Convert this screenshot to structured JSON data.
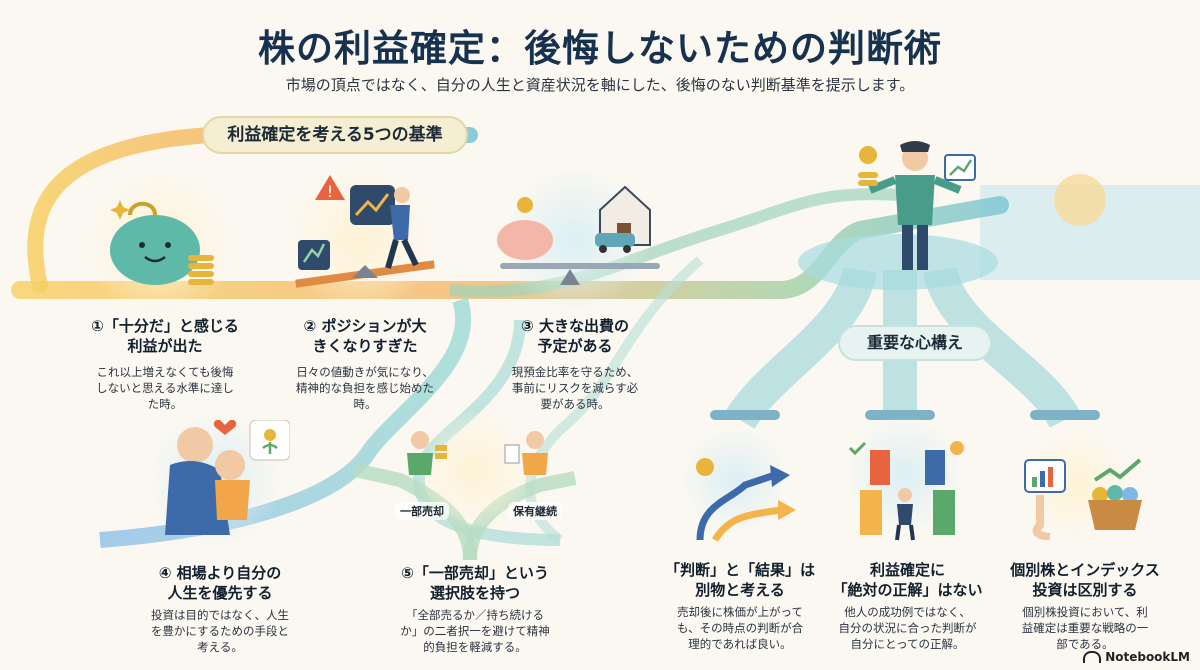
{
  "header": {
    "title": "株の利益確定：後悔しないための判断術",
    "subtitle": "市場の頂点ではなく、自分の人生と資産状況を軸にした、後悔のない判断基準を提示します。"
  },
  "criteria": {
    "heading": "利益確定を考える5つの基準",
    "items": [
      {
        "title_1": "①「十分だ」と感じる",
        "title_2": "利益が出た",
        "desc_1": "これ以上増えなくても後悔",
        "desc_2": "しないと思える水準に達し",
        "desc_3": "た時。",
        "icon": "coin-purse-icon"
      },
      {
        "title_1": "② ポジションが大",
        "title_2": "きくなりすぎた",
        "desc_1": "日々の値動きが気になり、",
        "desc_2": "精神的な負担を感じ始めた",
        "desc_3": "時。",
        "icon": "seesaw-weight-icon"
      },
      {
        "title_1": "③ 大きな出費の",
        "title_2": "予定がある",
        "desc_1": "現預金比率を守るため、",
        "desc_2": "事前にリスクを減らす必",
        "desc_3": "要がある時。",
        "icon": "house-savings-icon"
      },
      {
        "title_1": "④ 相場より自分の",
        "title_2": "人生を優先する",
        "desc_1": "投資は目的ではなく、人生",
        "desc_2": "を豊かにするための手段と",
        "desc_3": "考える。",
        "icon": "family-icon"
      },
      {
        "title_1": "⑤「一部売却」という",
        "title_2": "選択肢を持つ",
        "desc_1": "「全部売るか／持ち続ける",
        "desc_2": "か」の二者択一を避けて精神",
        "desc_3": "的負担を軽減する。",
        "icon": "fork-icon"
      }
    ],
    "fork_left": "一部売却",
    "fork_right": "保有継続"
  },
  "mindset": {
    "heading": "重要な心構え",
    "items": [
      {
        "title_1": "「判断」と「結果」は",
        "title_2": "別物と考える",
        "desc_1": "売却後に株価が上がって",
        "desc_2": "も、その時点の判断が合",
        "desc_3": "理的であれば良い。",
        "icon": "arrows-icon"
      },
      {
        "title_1": "利益確定に",
        "title_2": "「絶対の正解」はない",
        "desc_1": "他人の成功例ではなく、",
        "desc_2": "自分の状況に合った判断が",
        "desc_3": "自分にとっての正解。",
        "icon": "doors-icon"
      },
      {
        "title_1": "個別株とインデックス",
        "title_2": "投資は区別する",
        "desc_1": "個別株投資において、利",
        "desc_2": "益確定は重要な戦略の一",
        "desc_3": "部である。",
        "icon": "chart-basket-icon"
      }
    ]
  },
  "footer": {
    "brand": "NotebookLM"
  },
  "colors": {
    "title": "#17324f",
    "road_warm": "#f5c45a",
    "road_cool": "#7cc8cf"
  }
}
